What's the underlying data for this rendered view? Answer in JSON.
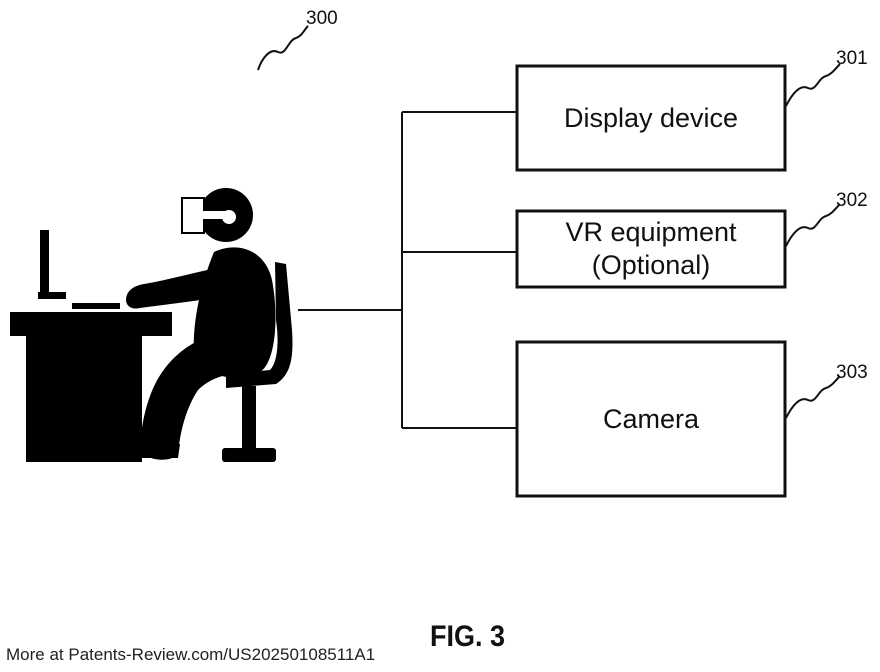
{
  "figure": {
    "ref_system": "300",
    "caption": "FIG. 3",
    "watermark": "More at Patents-Review.com/US20250108511A1",
    "boxes": [
      {
        "ref": "301",
        "label": "Display device"
      },
      {
        "ref": "302",
        "label": "VR equipment\n(Optional)"
      },
      {
        "ref": "303",
        "label": "Camera"
      }
    ],
    "icons": {
      "user": "person-at-desk-with-vr-headset-icon"
    }
  }
}
